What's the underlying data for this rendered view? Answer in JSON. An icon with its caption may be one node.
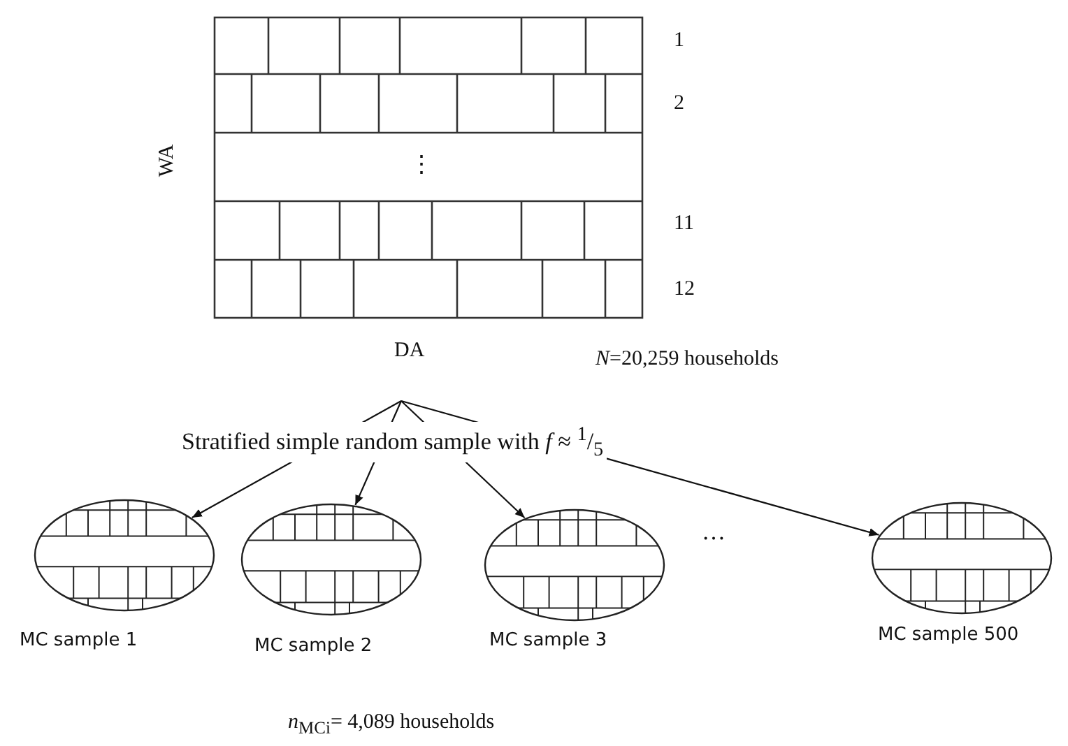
{
  "diagram": {
    "nodes": [
      {
        "text": [],
        "shape": "picture"
      },
      {
        "text": [],
        "shape": "picture",
        "beside": [
          "MC sample 1"
        ]
      },
      {
        "text": [],
        "shape": "picture",
        "beside": [
          "MC sample 2"
        ]
      },
      {
        "text": [],
        "shape": "picture",
        "beside": [
          "MC sample 3"
        ]
      },
      {
        "text": [],
        "shape": "picture",
        "beside": [
          "MC sample 500"
        ]
      }
    ],
    "edges": [
      {
        "from": null,
        "to": 1,
        "arrow": "to"
      },
      {
        "from": null,
        "to": 2,
        "arrow": "to"
      },
      {
        "from": null,
        "to": 3,
        "arrow": "to"
      },
      {
        "from": null,
        "to": 4,
        "arrow": "to"
      }
    ],
    "labels": [
      "1",
      "2",
      "WA",
      "⋮",
      "11",
      "12",
      "DA",
      "*N*=20,259 households",
      "Stratified simple random sample with *f* ≈ $^{1}$/$_{5}$",
      "…",
      "*n*$_{MCi}$= 4,089 households"
    ]
  }
}
